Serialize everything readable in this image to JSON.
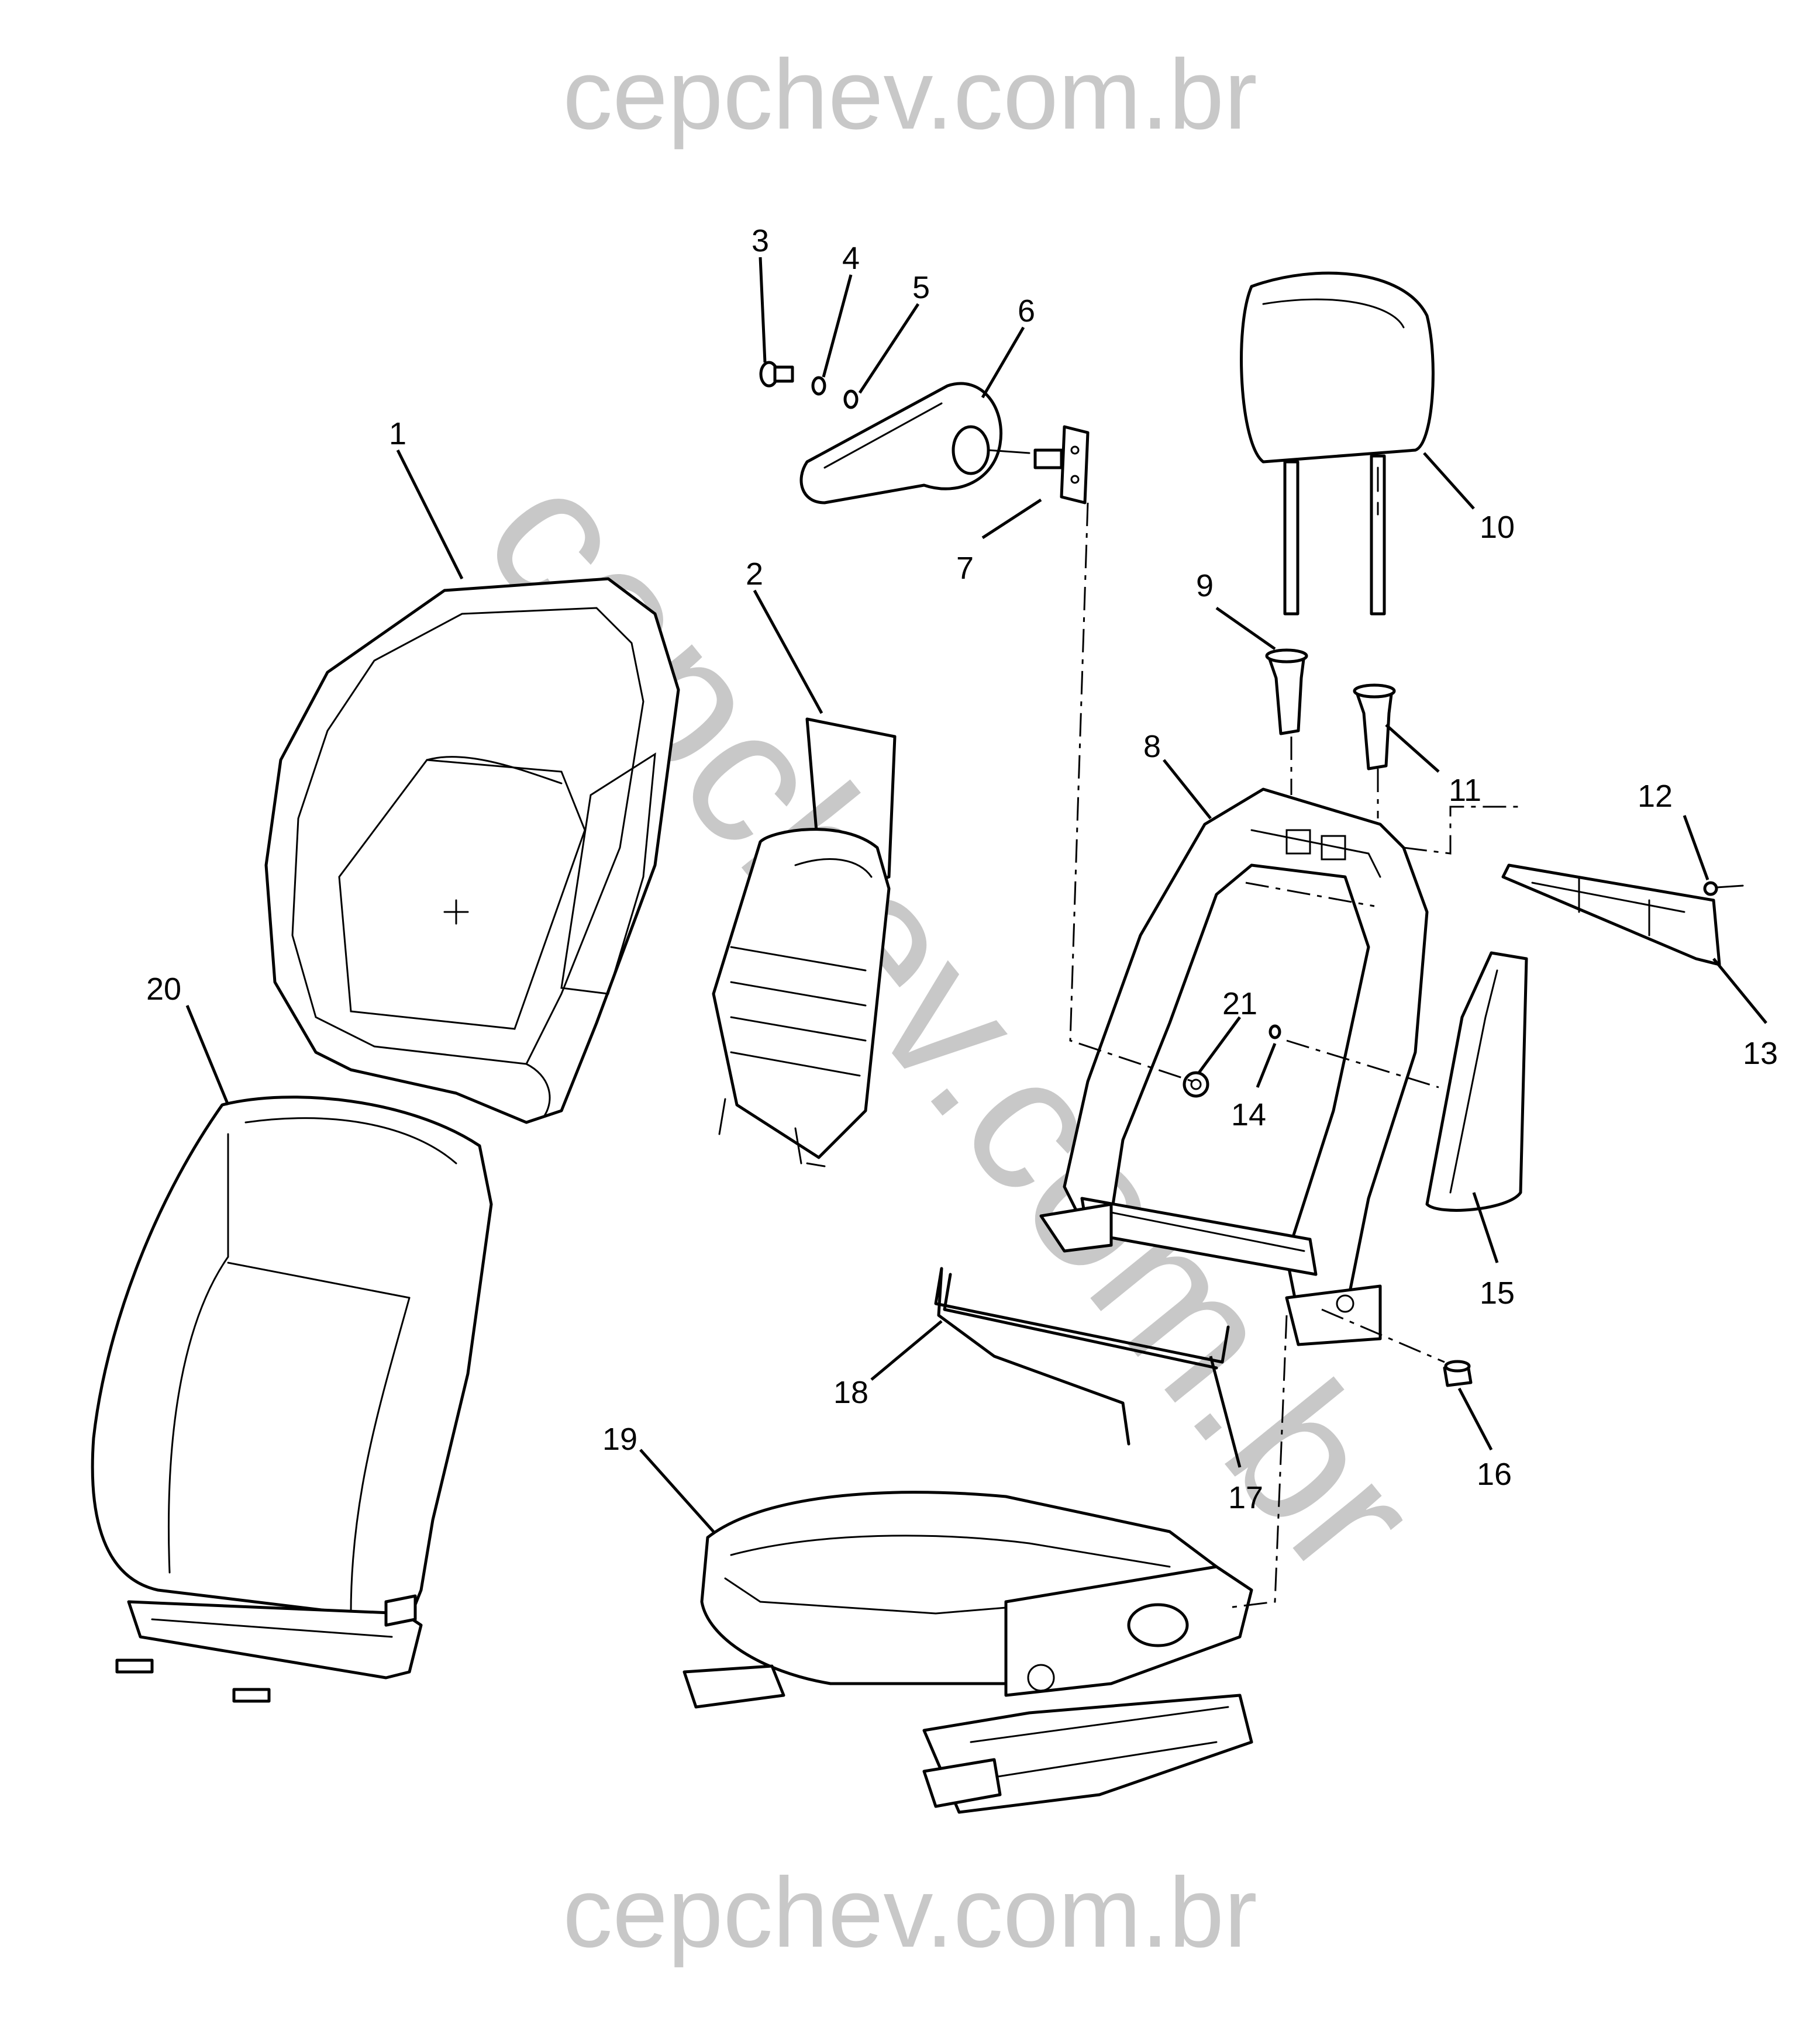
{
  "watermark": {
    "top": "cepchev.com.br",
    "bottom": "cepchev.com.br",
    "diagonal": "cepchev.com.br",
    "color": "#c8c8c8"
  },
  "callouts": [
    "1",
    "2",
    "3",
    "4",
    "5",
    "6",
    "7",
    "8",
    "9",
    "10",
    "11",
    "12",
    "13",
    "14",
    "15",
    "16",
    "17",
    "18",
    "19",
    "20",
    "21"
  ],
  "colors": {
    "line": "#000000",
    "background": "#ffffff"
  }
}
